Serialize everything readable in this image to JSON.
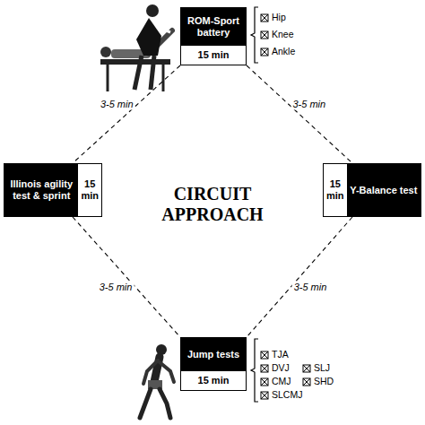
{
  "diagram": {
    "title": "CIRCUIT APPROACH",
    "nodes": [
      {
        "text": [
          "ROM-Sport battery",
          "15 min"
        ]
      },
      {
        "text": [
          "Illinois agility test & sprint",
          "15 min"
        ]
      },
      {
        "text": [
          "Y-Balance test",
          "15 min"
        ]
      },
      {
        "text": [
          "Jump tests",
          "15 min"
        ]
      }
    ],
    "edges": [
      {
        "from": 0,
        "to": 1,
        "label": "3-5 min",
        "arrow": "none"
      },
      {
        "from": 0,
        "to": 2,
        "label": "3-5 min",
        "arrow": "none"
      },
      {
        "from": 1,
        "to": 3,
        "label": "3-5 min",
        "arrow": "none"
      },
      {
        "from": 2,
        "to": 3,
        "label": "3-5 min",
        "arrow": "none"
      }
    ],
    "labels": [
      "Hip",
      "Knee",
      "Ankle",
      "TJA",
      "DVJ",
      "CMJ",
      "SLCMJ",
      "SLJ",
      "SHD"
    ]
  }
}
